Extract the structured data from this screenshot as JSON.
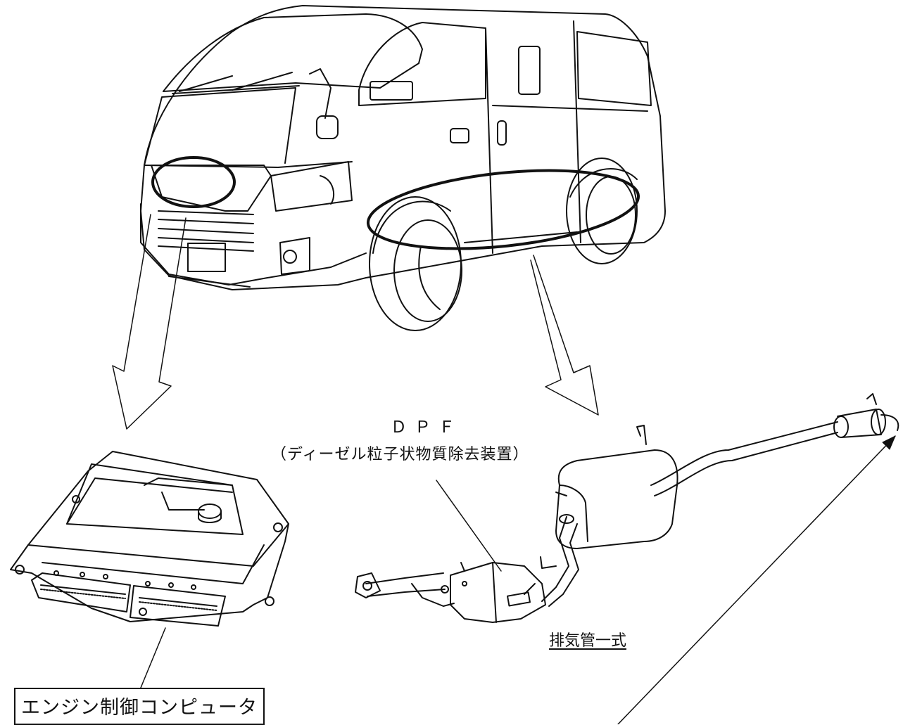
{
  "labels": {
    "dpf": "ＤＰＦ",
    "dpf_description": "（ディーゼル粒子状物質除去装置）",
    "exhaust_assembly": "排気管一式",
    "engine_ecu": "エンジン制御コンピュータ"
  },
  "colors": {
    "line": "#111111",
    "background": "#ffffff"
  },
  "icons": [
    "van-illustration",
    "engine-ecu-illustration",
    "exhaust-system-illustration",
    "callout-arrow"
  ]
}
